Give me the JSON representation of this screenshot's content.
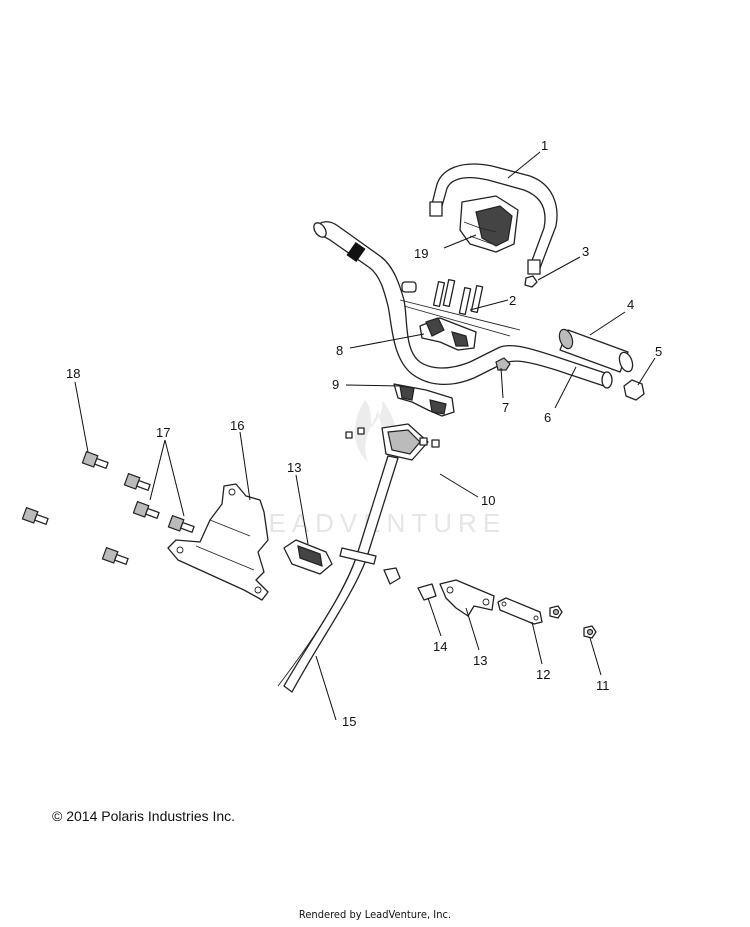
{
  "watermark": "LEADVENTURE",
  "callouts": [
    {
      "id": "1",
      "label": "1"
    },
    {
      "id": "2",
      "label": "2"
    },
    {
      "id": "3",
      "label": "3"
    },
    {
      "id": "4",
      "label": "4"
    },
    {
      "id": "5",
      "label": "5"
    },
    {
      "id": "6",
      "label": "6"
    },
    {
      "id": "7",
      "label": "7"
    },
    {
      "id": "8",
      "label": "8"
    },
    {
      "id": "9",
      "label": "9"
    },
    {
      "id": "10",
      "label": "10"
    },
    {
      "id": "11",
      "label": "11"
    },
    {
      "id": "12",
      "label": "12"
    },
    {
      "id": "13a",
      "label": "13"
    },
    {
      "id": "13b",
      "label": "13"
    },
    {
      "id": "14",
      "label": "14"
    },
    {
      "id": "15",
      "label": "15"
    },
    {
      "id": "16",
      "label": "16"
    },
    {
      "id": "17",
      "label": "17"
    },
    {
      "id": "18",
      "label": "18"
    },
    {
      "id": "19",
      "label": "19"
    }
  ],
  "copyright": "© 2014 Polaris Industries Inc.",
  "rendered_by": "Rendered by LeadVenture, Inc."
}
